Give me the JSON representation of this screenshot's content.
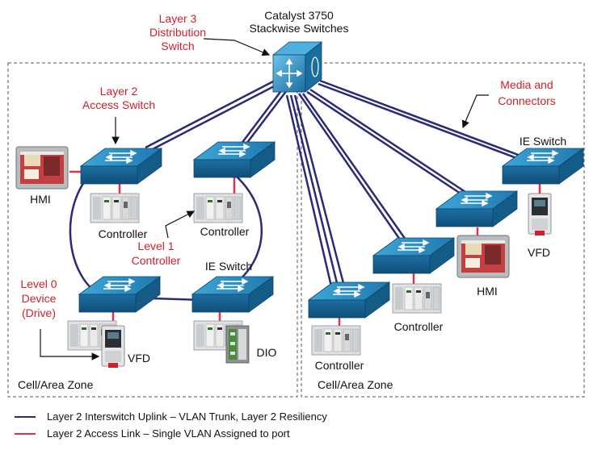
{
  "colors": {
    "trunk": "#2b2a7a",
    "access": "#e0304a",
    "annotation": "#d0202a",
    "switch_top": "#2f8fc0",
    "switch_side": "#1b5f8c",
    "zone_border": "#555555"
  },
  "titles": {
    "core": "Catalyst 3750\nStackwise Switches"
  },
  "annotations": {
    "layer3": "Layer 3\nDistribution\nSwitch",
    "layer2": "Layer 2\nAccess Switch",
    "media": "Media and\nConnectors",
    "level1": "Level 1\nController",
    "level0": "Level 0\nDevice\n(Drive)"
  },
  "labels": {
    "hmi_left": "HMI",
    "controller_left": "Controller",
    "controller_mid": "Controller",
    "ie_switch_left": "IE Switch",
    "vfd_left": "VFD",
    "dio": "DIO",
    "ie_switch_right": "IE Switch",
    "vfd_right": "VFD",
    "hmi_right": "HMI",
    "controller_right_mid": "Controller",
    "controller_right_low": "Controller",
    "zone_left": "Cell/Area Zone",
    "zone_right": "Cell/Area Zone"
  },
  "legend": {
    "trunk": "Layer 2 Interswitch Uplink – VLAN Trunk, Layer 2 Resiliency",
    "access": "Layer 2 Access Link – Single VLAN Assigned to port"
  },
  "icons": [
    "switch-icon",
    "multilayer-switch-icon",
    "controller-icon",
    "hmi-icon",
    "vfd-icon",
    "dio-icon"
  ]
}
